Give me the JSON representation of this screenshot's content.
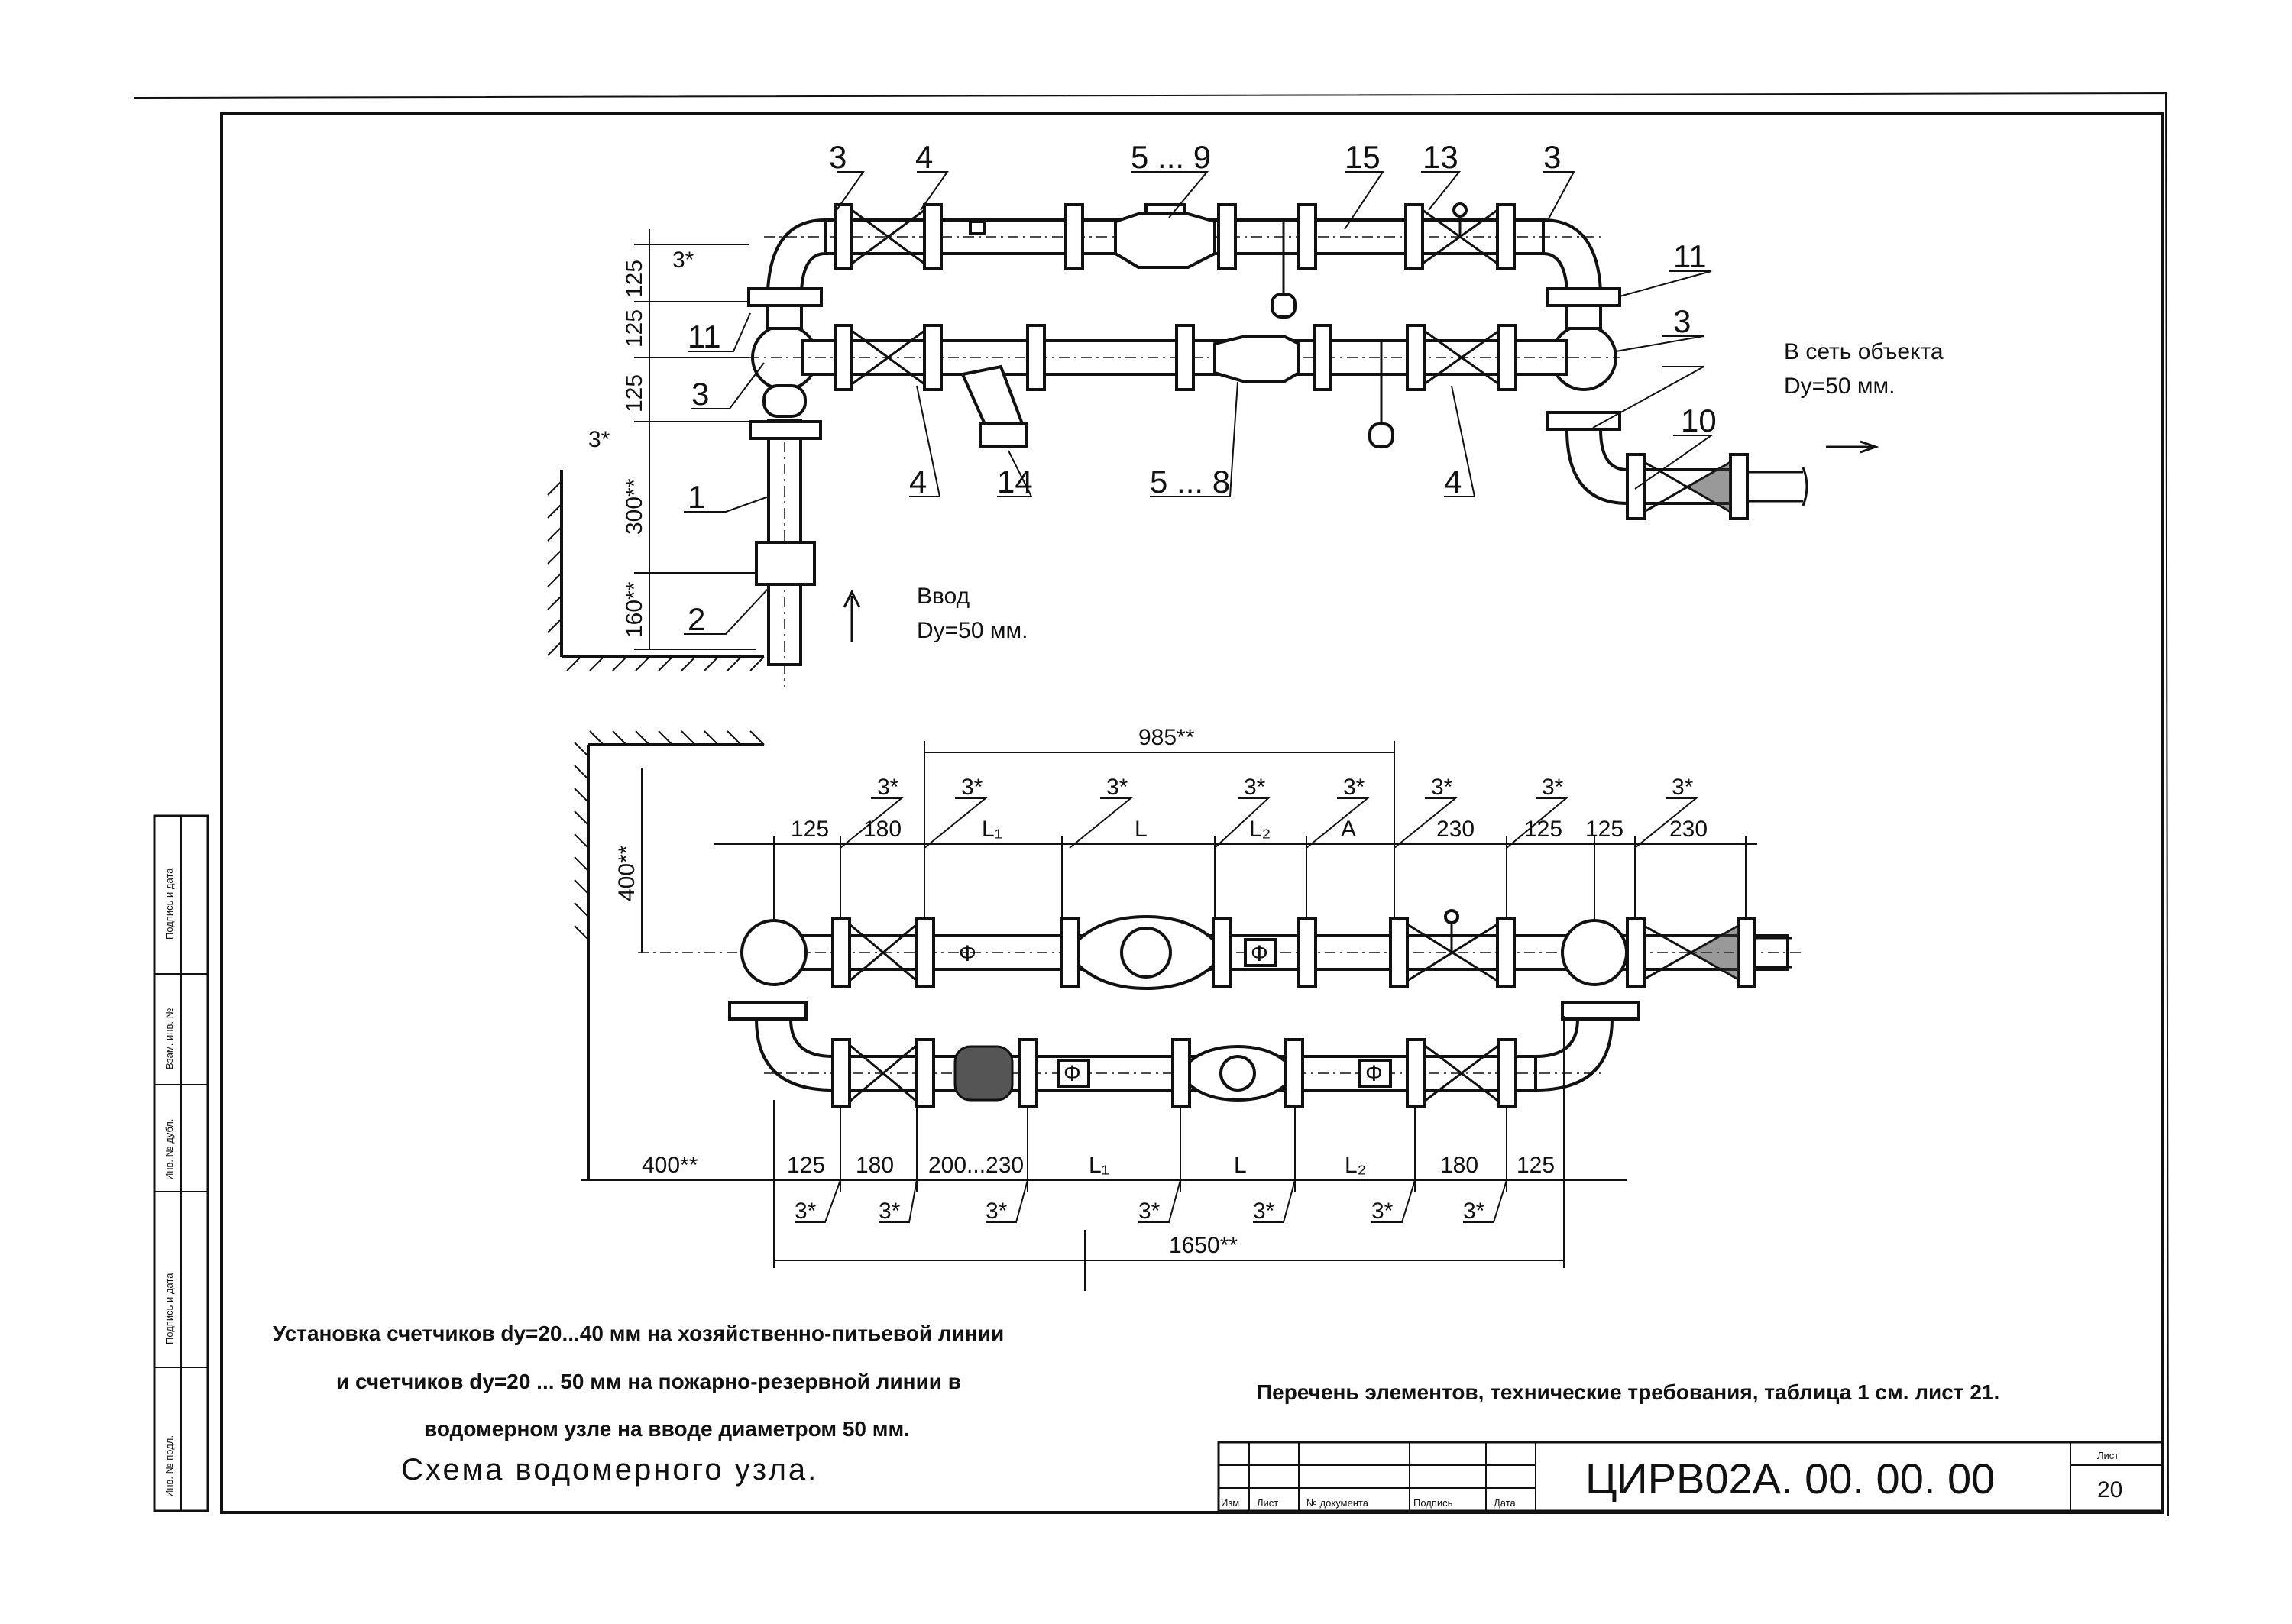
{
  "drawing": {
    "callouts_top": [
      "3",
      "4",
      "5 ... 9",
      "15",
      "13",
      "3",
      "11",
      "11",
      "3",
      "3",
      "10",
      "1",
      "2",
      "4",
      "14",
      "5 ... 8",
      "4"
    ],
    "dims_top_left": [
      "125",
      "125",
      "125",
      "300**",
      "160**"
    ],
    "angle_mark": "3*",
    "inlet_label": [
      "Ввод",
      "Dy=50 мм."
    ],
    "outlet_label": [
      "В сеть объекта",
      "Dy=50 мм."
    ],
    "dims_bottom_top": [
      "125",
      "180",
      "L₁",
      "L",
      "L₂",
      "A",
      "230",
      "125",
      "125",
      "230"
    ],
    "dim_985": "985**",
    "dim_400_v": "400**",
    "dims_bottom_low": [
      "400**",
      "125",
      "180",
      "200...230",
      "L₁",
      "L",
      "L₂",
      "180",
      "125"
    ],
    "dim_1650": "1650**",
    "phi": "Ф"
  },
  "caption": {
    "line1": "Установка счетчиков dy=20...40 мм на хозяйственно-питьевой линии",
    "line2": "и счетчиков dy=20 ... 50 мм на пожарно-резервной линии в",
    "line3": "водомерном узле на вводе диаметром 50 мм.",
    "title": "Схема водомерного узла.",
    "reference": "Перечень элементов, технические требования, таблица 1 см. лист 21."
  },
  "title_block": {
    "code": "ЦИРВ02А. 00. 00. 00",
    "sheet_label": "Лист",
    "sheet_number": "20",
    "columns": [
      "Изм",
      "Лист",
      "№ документа",
      "Подпись",
      "Дата"
    ]
  },
  "side_stamp": [
    "Подпись и дата",
    "Взам. инв. №",
    "Инв. № дубл.",
    "Подпись и дата",
    "Инв. № подл."
  ]
}
